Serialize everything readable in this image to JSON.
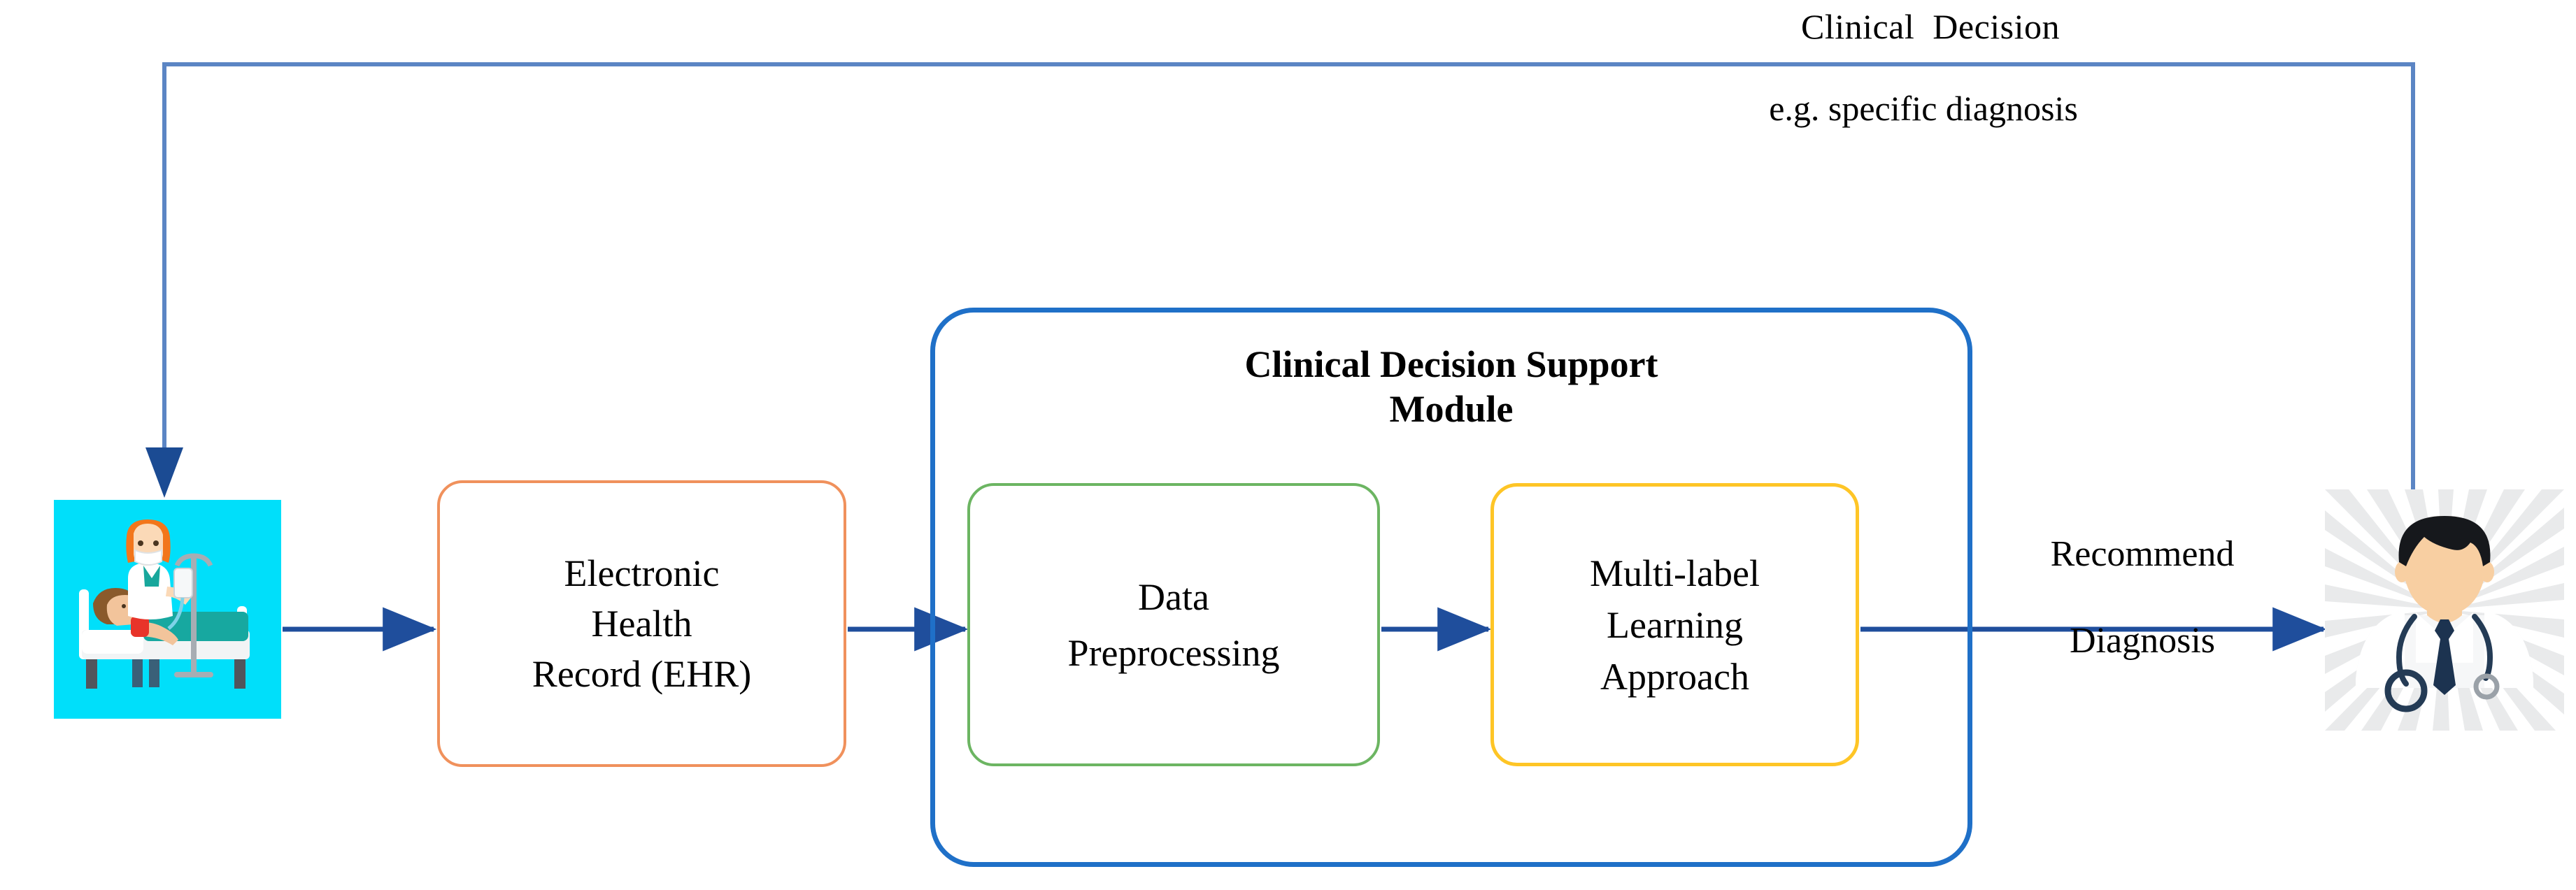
{
  "diagram": {
    "title": "Clinical Decision Support Workflow",
    "feedback": {
      "label_line1": "Clinical  Decision",
      "label_line2": "e.g. specific diagnosis"
    },
    "patient": {
      "icon": "patient-in-hospital-bed-icon",
      "background_color": "#00dffa"
    },
    "ehr": {
      "line1": "Electronic",
      "line2": "Health",
      "line3": "Record (EHR)",
      "border_color": "#f0915c"
    },
    "module": {
      "title_line1": "Clinical Decision Support",
      "title_line2": "Module",
      "border_color": "#1f70c8"
    },
    "preprocessing": {
      "line1": "Data",
      "line2": "Preprocessing",
      "border_color": "#6cb562"
    },
    "multilabel": {
      "line1": "Multi-label",
      "line2": "Learning",
      "line3": "Approach",
      "border_color": "#fec526"
    },
    "recommend": {
      "line1": "Recommend",
      "line2": "Diagnosis"
    },
    "doctor": {
      "icon": "doctor-avatar-icon"
    },
    "colors": {
      "arrow": "#1f4e9c",
      "feedback_line": "#5b85c4",
      "background": "#ffffff"
    }
  }
}
